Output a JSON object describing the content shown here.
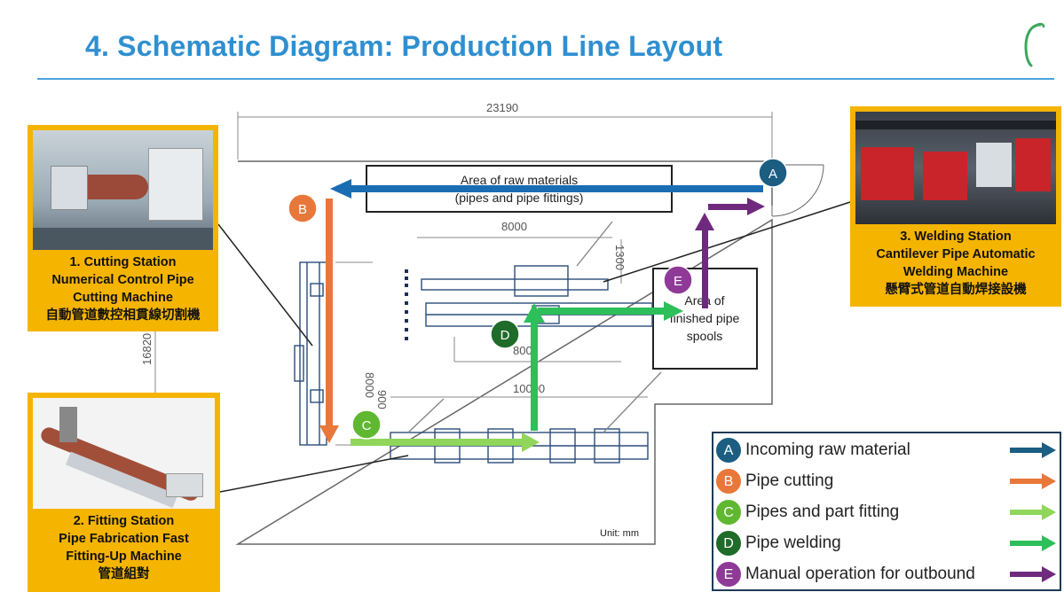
{
  "title": "4. Schematic Diagram: Production Line Layout",
  "stations": [
    {
      "id": "cutting",
      "lines": [
        "1. Cutting Station",
        "Numerical Control Pipe",
        "Cutting Machine",
        "自動管道數控相貫線切割機"
      ]
    },
    {
      "id": "fitting",
      "lines": [
        "2. Fitting Station",
        "Pipe Fabrication Fast",
        "Fitting-Up Machine",
        "管道組對"
      ]
    },
    {
      "id": "welding",
      "lines": [
        "3. Welding Station",
        "Cantilever Pipe Automatic",
        "Welding Machine",
        "懸臂式管道自動焊接設機"
      ]
    }
  ],
  "areas": {
    "raw": [
      "Area of raw materials",
      "(pipes and pipe fittings)"
    ],
    "finished": [
      "Area of",
      "finished pipe",
      "spools"
    ]
  },
  "dimensions": {
    "overall_width": "23190",
    "overall_height": "16820",
    "d8000_top": "8000",
    "d8000_left": "8000",
    "d1300": "1300",
    "d10000": "10000",
    "d900": "900",
    "d800": "800"
  },
  "flow_markers": [
    "A",
    "B",
    "C",
    "D",
    "E"
  ],
  "unit": "Unit: mm",
  "legend": [
    {
      "key": "A",
      "label": "Incoming raw material",
      "color": "#1b5e82",
      "arrow": "#1b5e82"
    },
    {
      "key": "B",
      "label": "Pipe cutting",
      "color": "#e8783a",
      "arrow": "#e8783a"
    },
    {
      "key": "C",
      "label": "Pipes and part fitting",
      "color": "#5fb830",
      "arrow": "#8fd65a"
    },
    {
      "key": "D",
      "label": "Pipe welding",
      "color": "#1f6b2a",
      "arrow": "#2dbf5a"
    },
    {
      "key": "E",
      "label": "Manual operation for outbound",
      "color": "#8e3a96",
      "arrow": "#6f2a7e"
    }
  ]
}
